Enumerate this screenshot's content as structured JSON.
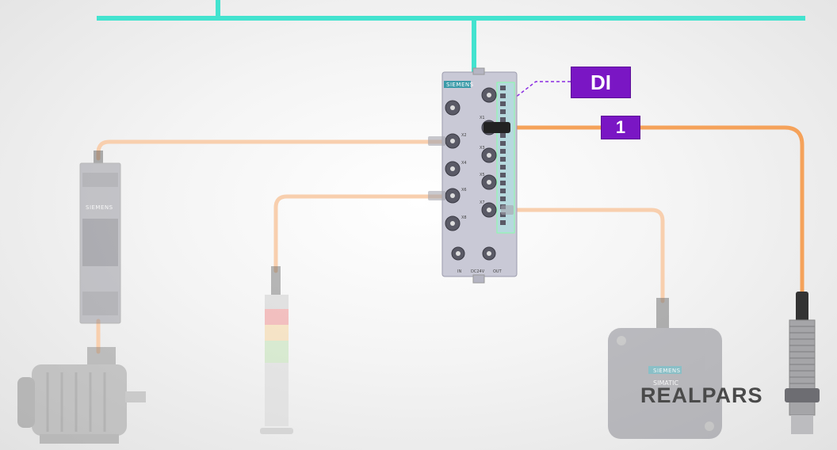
{
  "labels": {
    "di_tag": "DI",
    "channel_tag": "1",
    "io_brand": "SIEMENS",
    "drive_brand": "SIEMENS",
    "reader_brand": "SIEMENS",
    "reader_model": "SIMATIC",
    "io_in": "IN",
    "io_dc": "DC24V",
    "io_out": "OUT"
  },
  "port_labels": [
    "X1",
    "X2",
    "X3",
    "X4",
    "X5",
    "X6",
    "X7",
    "X8"
  ],
  "watermark": "REALPARS",
  "colors": {
    "network_line": "#43e3cf",
    "cable_active": "#f5a25a",
    "cable_faded": "#f8cfae",
    "tag_purple": "#7a16c4",
    "module_body": "#c9c9d6",
    "brand_teal": "#3a9aa8"
  },
  "icons": [
    "io-module-icon",
    "motor-starter-icon",
    "motor-icon",
    "signal-tower-icon",
    "rfid-reader-icon",
    "proximity-sensor-icon"
  ]
}
